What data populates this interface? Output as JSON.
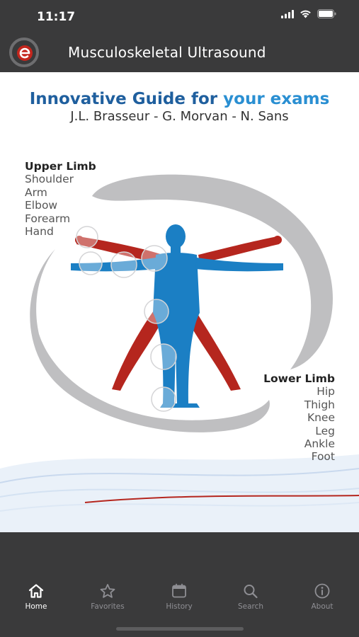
{
  "status_bar": {
    "time": "11:17"
  },
  "nav": {
    "title": "Musculoskeletal Ultrasound"
  },
  "hero": {
    "headline_part1": "Innovative Guide for ",
    "headline_part2": "your exams",
    "authors": "J.L. Brasseur - G. Morvan - N. Sans",
    "upper_limb": {
      "heading": "Upper Limb",
      "items": [
        "Shoulder",
        "Arm",
        "Elbow",
        "Forearm",
        "Hand"
      ]
    },
    "lower_limb": {
      "heading": "Lower Limb",
      "items": [
        "Hip",
        "Thigh",
        "Knee",
        "Leg",
        "Ankle",
        "Foot"
      ]
    }
  },
  "tabs": [
    {
      "label": "Home",
      "icon": "home-icon",
      "active": true
    },
    {
      "label": "Favorites",
      "icon": "star-icon",
      "active": false
    },
    {
      "label": "History",
      "icon": "calendar-icon",
      "active": false
    },
    {
      "label": "Search",
      "icon": "search-icon",
      "active": false
    },
    {
      "label": "About",
      "icon": "info-icon",
      "active": false
    }
  ],
  "colors": {
    "bar_bg": "#3a3a3b",
    "headline": "#1f5f9e",
    "accent_blue": "#2a8fd2",
    "figure_red": "#b5261e",
    "figure_blue": "#1b7fc4"
  }
}
